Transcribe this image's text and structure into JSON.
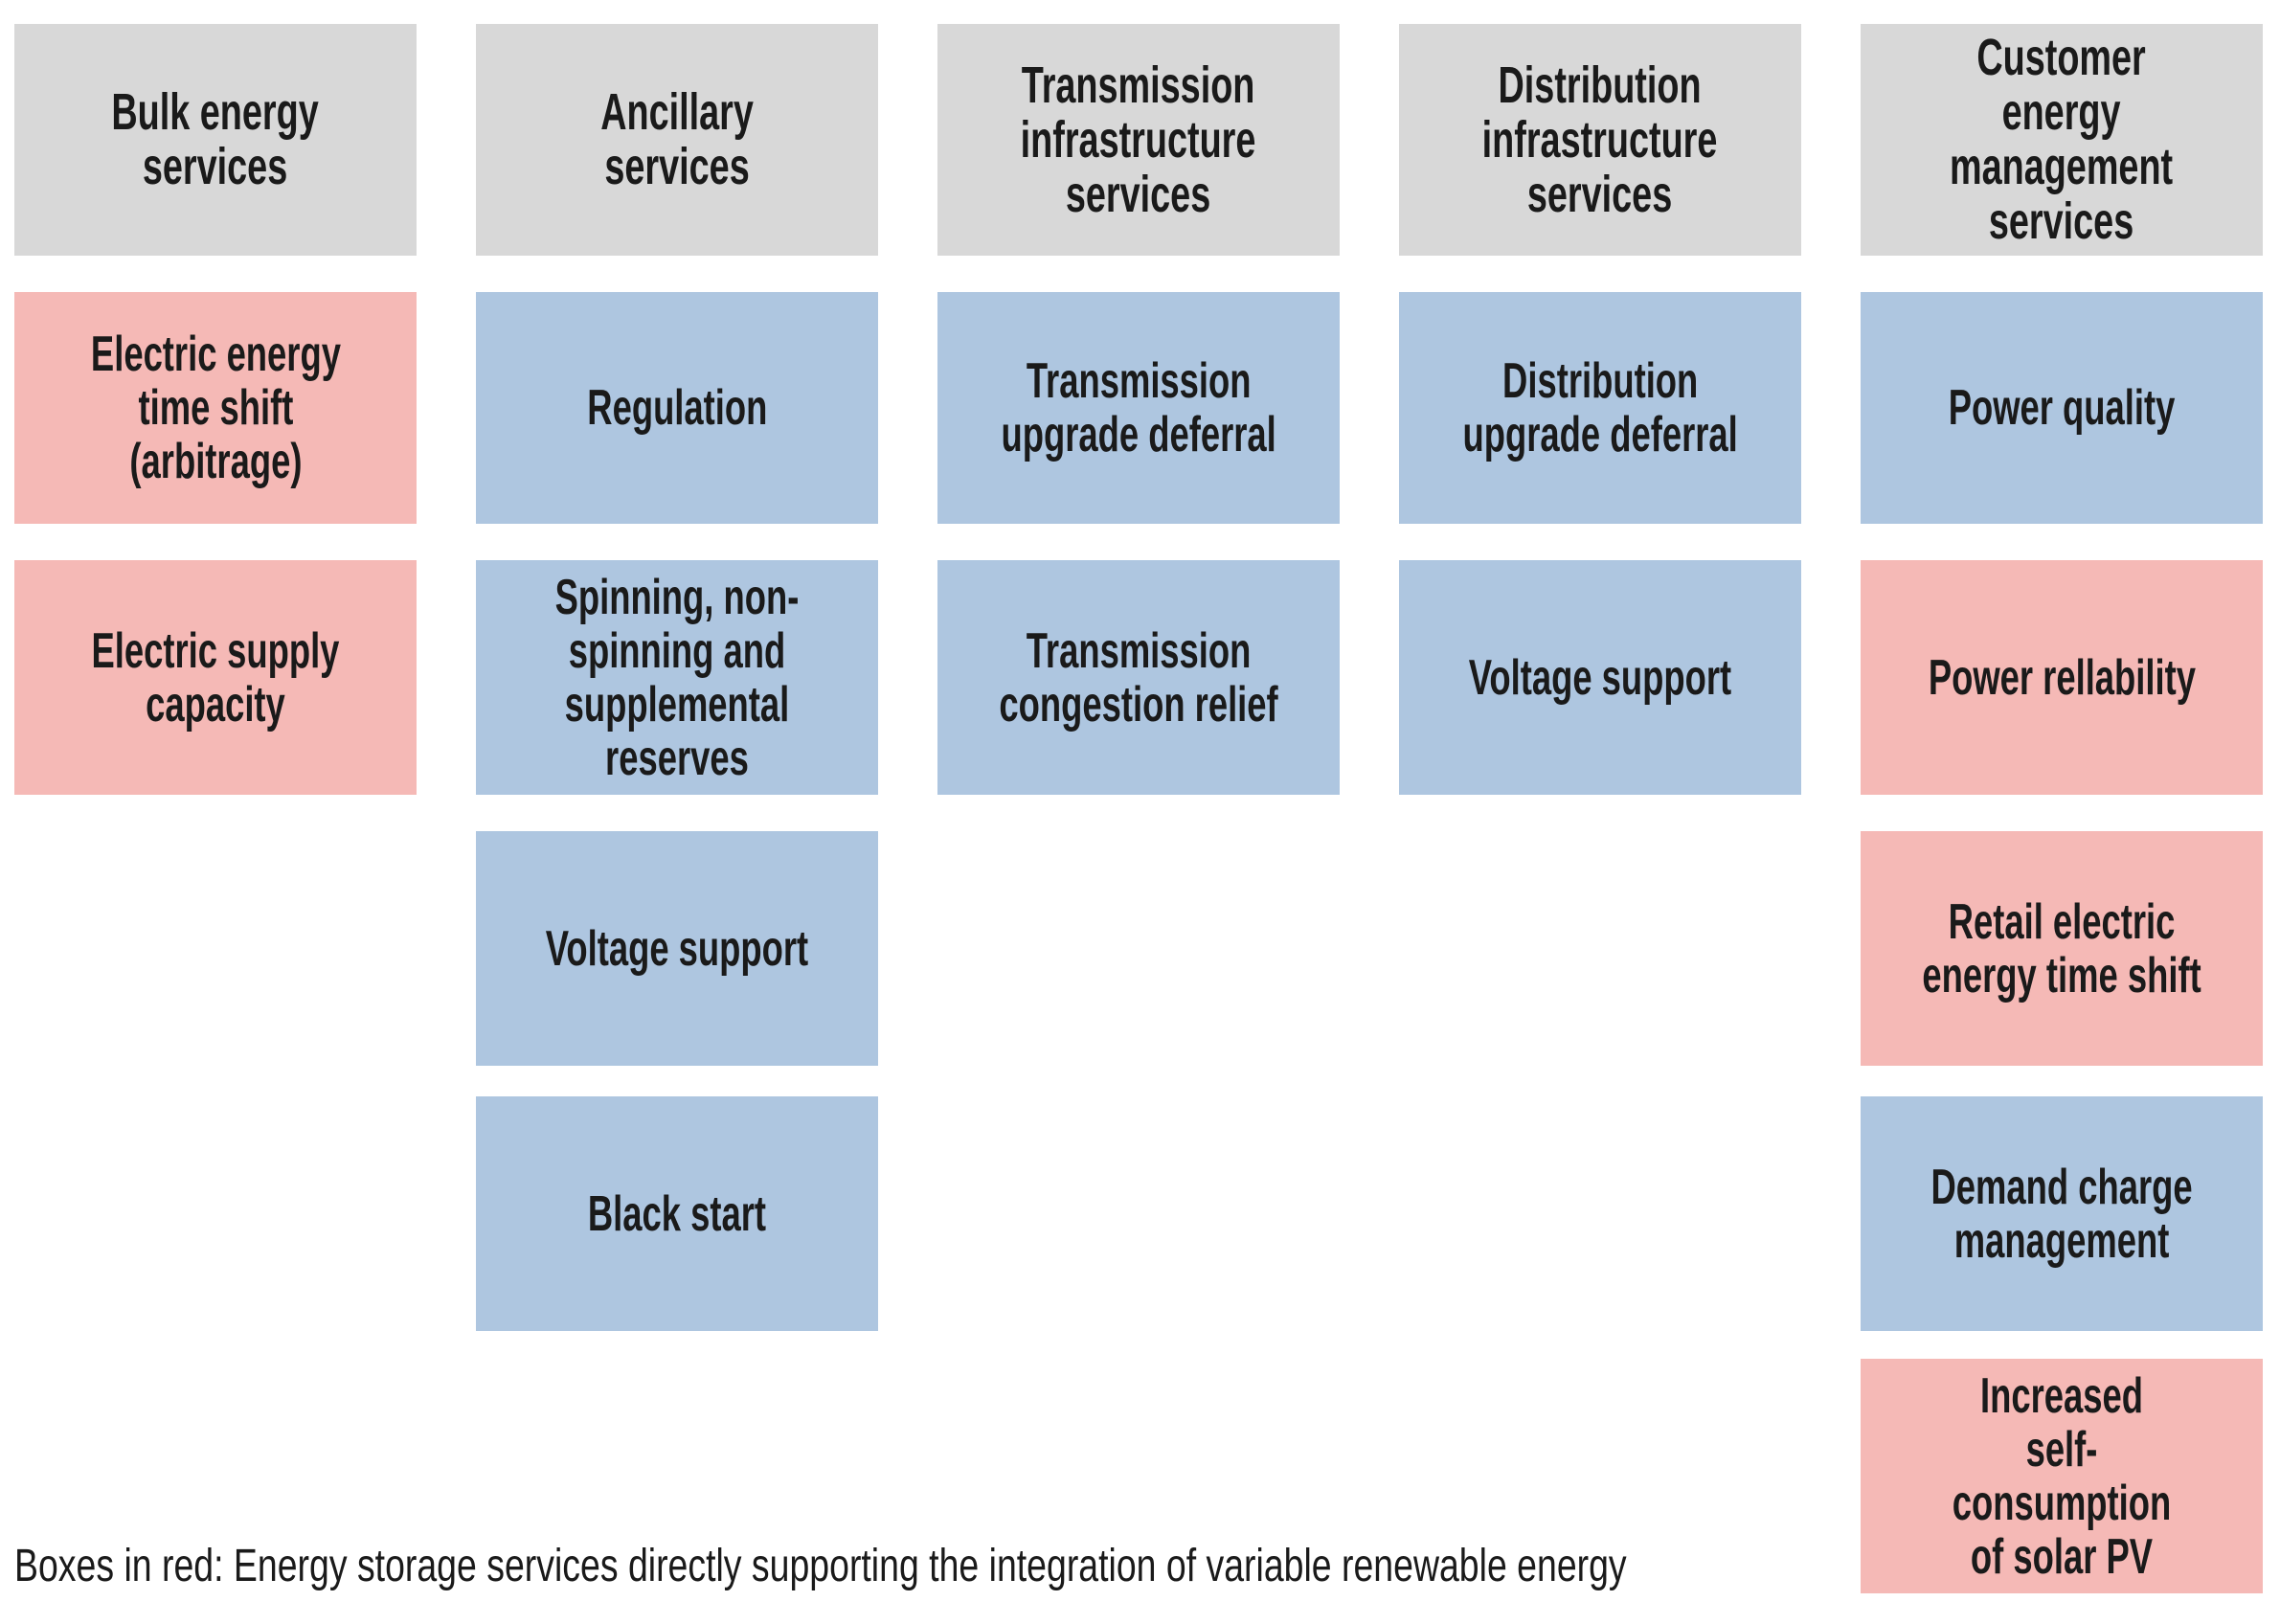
{
  "colors": {
    "page-bg": "#ffffff",
    "header-bg": "#d8d8d8",
    "blue-bg": "#aec6e0",
    "red-bg": "#f5b9b6",
    "text": "#1a1a1a"
  },
  "legend": {
    "red_meaning": "Energy storage services directly supporting the integration of variable renewable energy"
  },
  "footer": {
    "note": "Boxes in red: Energy storage services directly supporting the integration of variable renewable energy"
  },
  "columns": [
    {
      "id": "bulk-energy-services",
      "header": "Bulk energy\nservices",
      "boxes": [
        {
          "label": "Electric energy\ntime shift\n(arbitrage)",
          "color": "red"
        },
        {
          "label": "Electric supply\ncapacity",
          "color": "red"
        }
      ]
    },
    {
      "id": "ancillary-services",
      "header": "Ancillary\nservices",
      "boxes": [
        {
          "label": "Regulation",
          "color": "blue"
        },
        {
          "label": "Spinning, non-\nspinning and\nsupplemental\nreserves",
          "color": "blue"
        },
        {
          "label": "Voltage support",
          "color": "blue"
        },
        {
          "label": "Black start",
          "color": "blue"
        }
      ]
    },
    {
      "id": "transmission-infrastructure-services",
      "header": "Transmission\ninfrastructure\nservices",
      "boxes": [
        {
          "label": "Transmission\nupgrade deferral",
          "color": "blue"
        },
        {
          "label": "Transmission\ncongestion relief",
          "color": "blue"
        }
      ]
    },
    {
      "id": "distribution-infrastructure-services",
      "header": "Distribution\ninfrastructure\nservices",
      "boxes": [
        {
          "label": "Distribution\nupgrade deferral",
          "color": "blue"
        },
        {
          "label": "Voltage support",
          "color": "blue"
        }
      ]
    },
    {
      "id": "customer-energy-management-services",
      "header": "Customer\nenergy\nmanagement\nservices",
      "boxes": [
        {
          "label": "Power quality",
          "color": "blue"
        },
        {
          "label": "Power rellability",
          "color": "red"
        },
        {
          "label": "Retail electric\nenergy time shift",
          "color": "red"
        },
        {
          "label": "Demand charge\nmanagement",
          "color": "blue"
        },
        {
          "label": "Increased\nself-consumption\nof solar PV",
          "color": "red"
        }
      ]
    }
  ]
}
